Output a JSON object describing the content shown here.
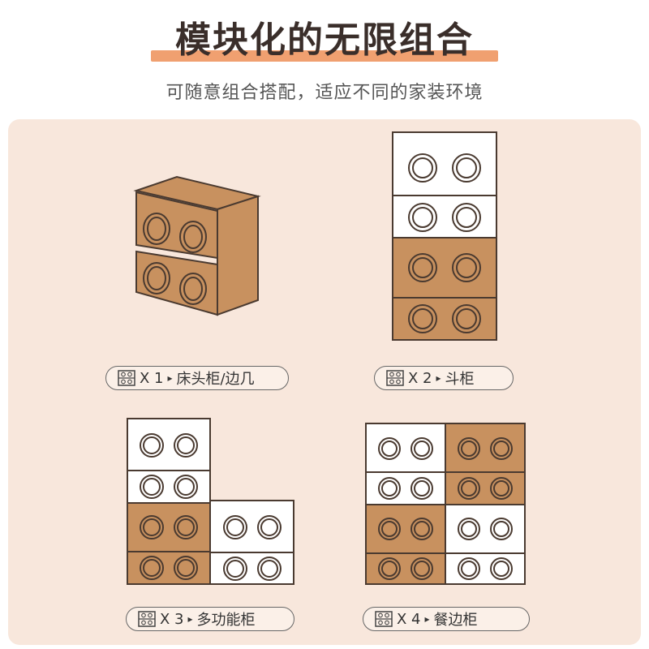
{
  "header": {
    "title": "模块化的无限组合",
    "subtitle": "可随意组合搭配，适应不同的家装环境"
  },
  "colors": {
    "accent_bar": "#f0a070",
    "panel_bg": "#f8e7dc",
    "wood": "#c8915f",
    "white_module": "#ffffff",
    "outline": "#4a3a30"
  },
  "combos": [
    {
      "count": "X 1",
      "arrow": "▸",
      "label": "床头柜/边几"
    },
    {
      "count": "X 2",
      "arrow": "▸",
      "label": "斗柜"
    },
    {
      "count": "X 3",
      "arrow": "▸",
      "label": "多功能柜"
    },
    {
      "count": "X 4",
      "arrow": "▸",
      "label": "餐边柜"
    }
  ]
}
